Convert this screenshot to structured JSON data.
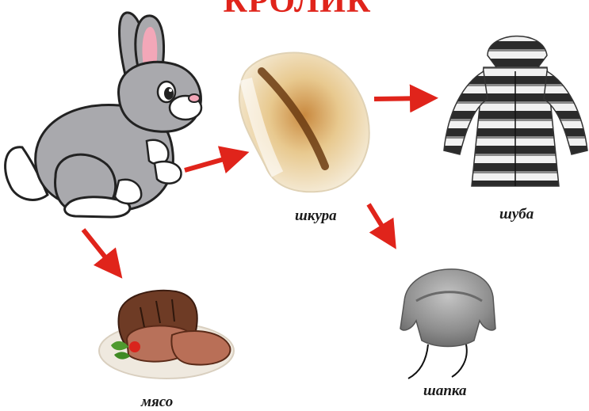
{
  "title": "КРОЛИК",
  "nodes": {
    "skin": "шкура",
    "coat": "шуба",
    "hat": "шапка",
    "meat": "мясо"
  },
  "colors": {
    "accent": "#e0241b",
    "arrow": "#e0241b"
  },
  "icons": [
    "rabbit-icon",
    "fur-pelt-icon",
    "fur-coat-icon",
    "fur-hat-icon",
    "meat-roast-icon"
  ]
}
